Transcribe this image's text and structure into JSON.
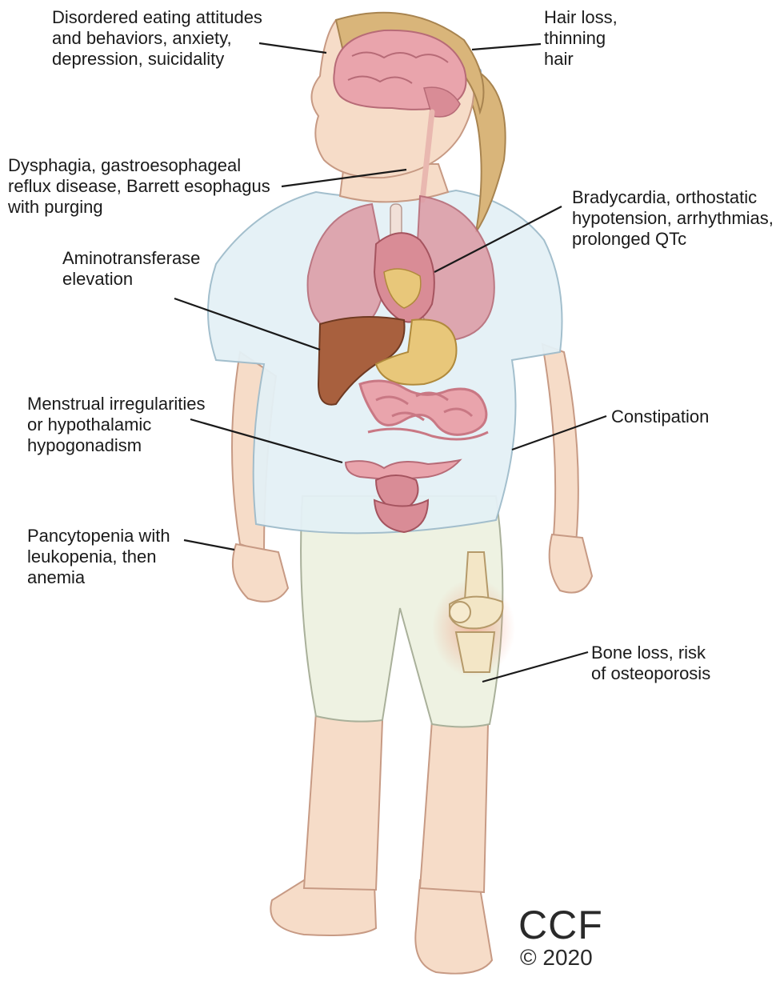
{
  "annotations": [
    {
      "id": "brain",
      "lines": [
        "Disordered eating attitudes",
        "and behaviors, anxiety,",
        "depression, suicidality"
      ]
    },
    {
      "id": "hair",
      "lines": [
        "Hair loss,",
        "thinning",
        "hair"
      ]
    },
    {
      "id": "esophagus",
      "lines": [
        "Dysphagia, gastroesophageal",
        "reflux disease, Barrett esophagus",
        "with purging"
      ]
    },
    {
      "id": "heart",
      "lines": [
        "Bradycardia, orthostatic",
        "hypotension, arrhythmias,",
        "prolonged QTc"
      ]
    },
    {
      "id": "liver",
      "lines": [
        "Aminotransferase",
        "elevation"
      ]
    },
    {
      "id": "reproductive",
      "lines": [
        "Menstrual irregularities",
        "or hypothalamic",
        "hypogonadism"
      ]
    },
    {
      "id": "bowel",
      "lines": [
        "Constipation"
      ]
    },
    {
      "id": "blood",
      "lines": [
        "Pancytopenia with",
        "leukopenia, then",
        "anemia"
      ]
    },
    {
      "id": "bone",
      "lines": [
        "Bone loss, risk",
        "of osteoporosis"
      ]
    }
  ],
  "watermark": {
    "brand": "CCF",
    "copyright": "© 2020"
  },
  "colors": {
    "text": "#1a1a1a",
    "leader": "#1a1a1a",
    "skin": "#f6dcc8",
    "shirt": "#e4f1f6",
    "pants": "#eef2e2",
    "hair": "#d9b57a",
    "organ": "#d98c96",
    "liver": "#a8603e",
    "stomach": "#e8c77a",
    "bone": "#f3e6c6"
  }
}
